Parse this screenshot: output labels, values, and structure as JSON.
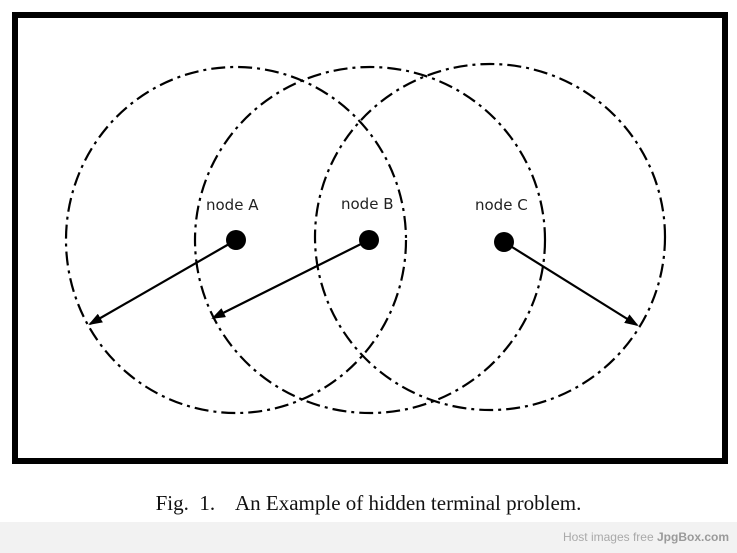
{
  "diagram": {
    "nodes": [
      {
        "id": "a",
        "label": "node A"
      },
      {
        "id": "b",
        "label": "node B"
      },
      {
        "id": "c",
        "label": "node C"
      }
    ]
  },
  "caption": "Fig.  1.    An Example of hidden terminal problem.",
  "footer": {
    "prefix": "Host images free ",
    "brand": "JpgBox.com"
  },
  "colors": {
    "stroke": "#000000",
    "background": "#ffffff",
    "footer_bg": "#f2f2f2",
    "footer_text": "#a9a9a9"
  }
}
